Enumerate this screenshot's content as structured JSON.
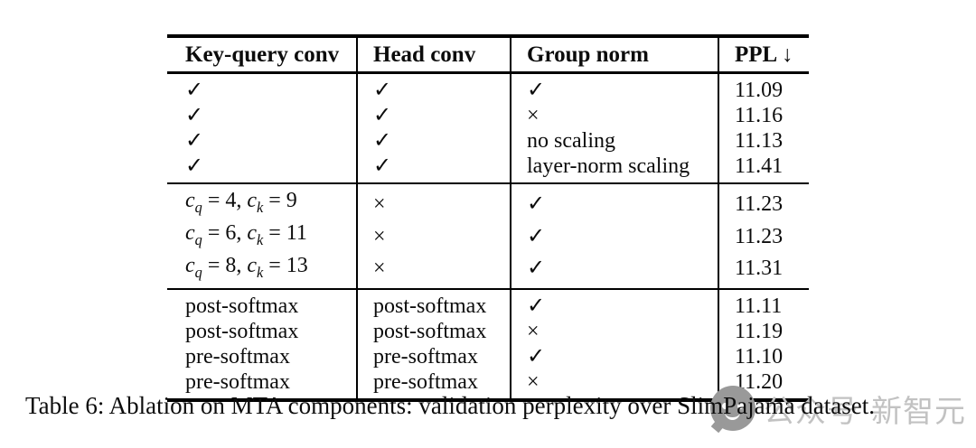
{
  "table": {
    "headers": [
      "Key-query conv",
      "Head conv",
      "Group norm",
      "PPL ↓"
    ],
    "blocks": [
      {
        "rows": [
          [
            "✓",
            "✓",
            "✓",
            "11.09"
          ],
          [
            "✓",
            "✓",
            "×",
            "11.16"
          ],
          [
            "✓",
            "✓",
            "no scaling",
            "11.13"
          ],
          [
            "✓",
            "✓",
            "layer-norm scaling",
            "11.41"
          ]
        ]
      },
      {
        "rows": [
          [
            "c_q = 4, c_k = 9",
            "×",
            "✓",
            "11.23"
          ],
          [
            "c_q = 6, c_k = 11",
            "×",
            "✓",
            "11.23"
          ],
          [
            "c_q = 8, c_k = 13",
            "×",
            "✓",
            "11.31"
          ]
        ]
      },
      {
        "rows": [
          [
            "post-softmax",
            "post-softmax",
            "✓",
            "11.11"
          ],
          [
            "post-softmax",
            "post-softmax",
            "×",
            "11.19"
          ],
          [
            "pre-softmax",
            "pre-softmax",
            "✓",
            "11.10"
          ],
          [
            "pre-softmax",
            "pre-softmax",
            "×",
            "11.20"
          ]
        ]
      }
    ],
    "best_ppl": "11.09"
  },
  "caption": {
    "text": "Table 6: Ablation on MTA components: validation perplexity over SlimPajama dataset."
  },
  "watermark": {
    "icon": "wechat-official-account-logo",
    "account_label": "公众号",
    "account_name": "新智元",
    "text_color": "#c2c2c2",
    "icon_color": "#999999"
  }
}
